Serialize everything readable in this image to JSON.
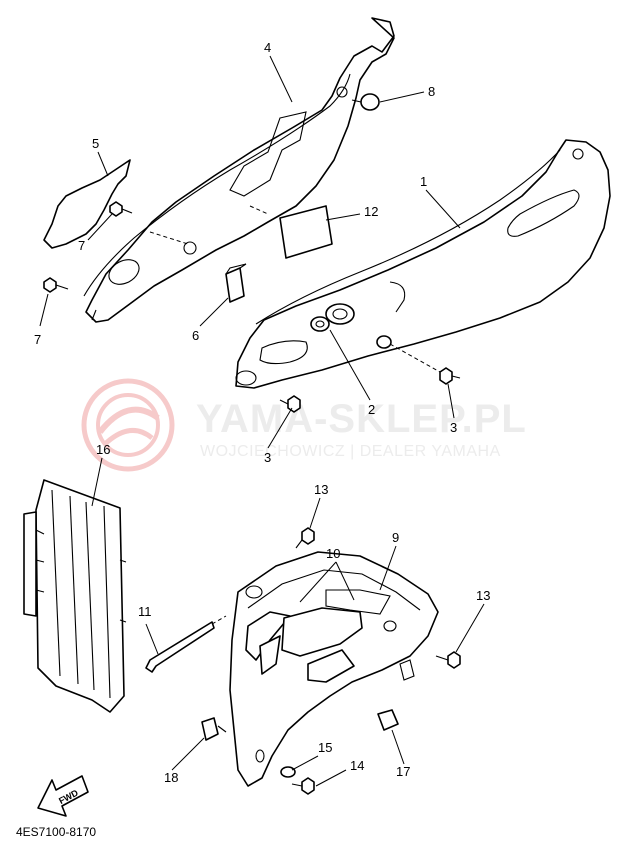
{
  "watermark": {
    "name": "YAMA-SKLEP.PL",
    "subtitle": "WOJCIECHOWICZ | DEALER YAMAHA",
    "logo_color": "#f3b9b9",
    "text_color": "#ececec"
  },
  "callouts": {
    "c1": "1",
    "c2": "2",
    "c3a": "3",
    "c3b": "3",
    "c4": "4",
    "c5": "5",
    "c6": "6",
    "c7a": "7",
    "c7b": "7",
    "c8": "8",
    "c9": "9",
    "c10": "10",
    "c11": "11",
    "c12": "12",
    "c13a": "13",
    "c13b": "13",
    "c14": "14",
    "c15": "15",
    "c16": "16",
    "c17": "17",
    "c18": "18"
  },
  "fwd_label": "FWD",
  "diagram_code": "4ES7100-8170"
}
